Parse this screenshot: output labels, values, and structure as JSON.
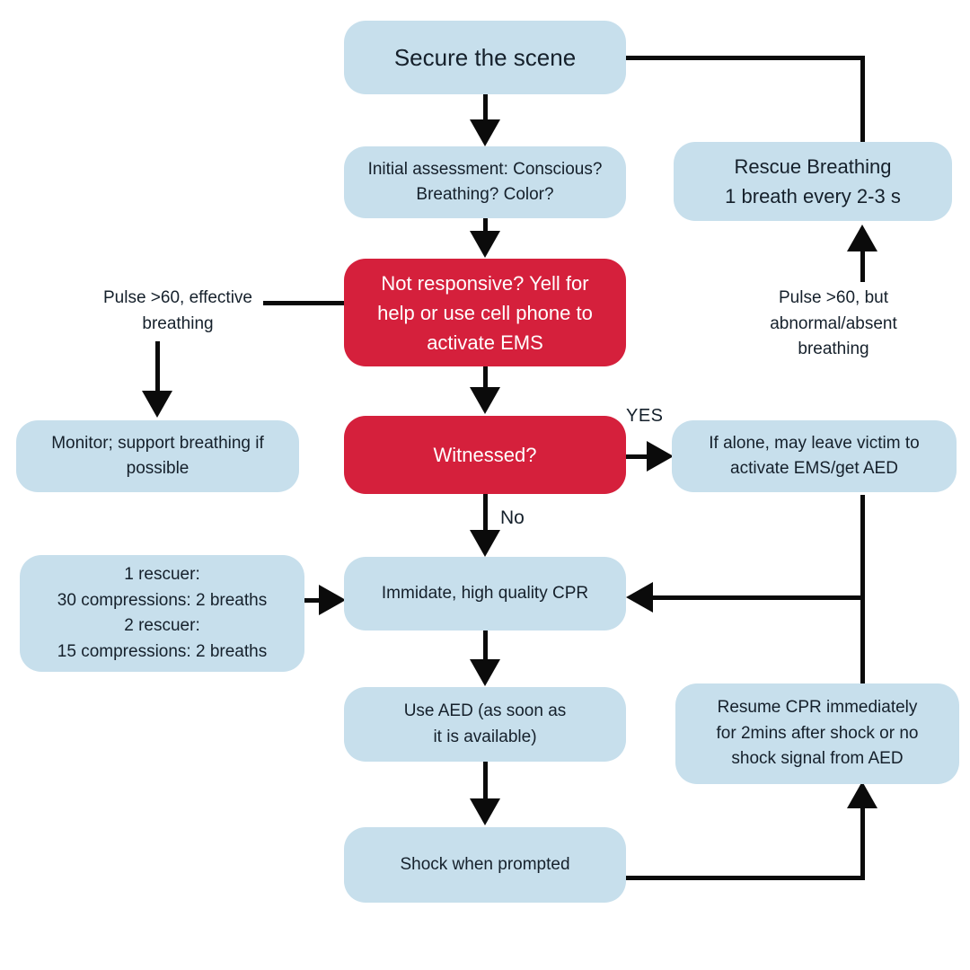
{
  "title": "CPR / AED response flowchart",
  "colors": {
    "box_blue": "#c7dfec",
    "box_red": "#d5203c",
    "line_black": "#0b0b0b",
    "text_dark": "#15202b",
    "text_light": "#ffffff"
  },
  "nodes": {
    "secure": {
      "lines": [
        "Secure the scene"
      ]
    },
    "initial": {
      "lines": [
        "Initial assessment: Conscious?",
        "Breathing? Color?"
      ]
    },
    "not_responsive": {
      "lines": [
        "Not responsive? Yell for",
        "help or use cell phone to",
        "activate EMS"
      ]
    },
    "rescue_breathing": {
      "lines": [
        "Rescue Breathing",
        "1 breath every 2-3 s"
      ]
    },
    "monitor": {
      "lines": [
        "Monitor; support breathing if",
        "possible"
      ]
    },
    "witnessed": {
      "lines": [
        "Witnessed?"
      ]
    },
    "if_alone": {
      "lines": [
        "If alone, may leave victim to",
        "activate EMS/get AED"
      ]
    },
    "rescuers": {
      "lines": [
        "1 rescuer:",
        "30 compressions: 2 breaths",
        "2 rescuer:",
        "15 compressions: 2 breaths"
      ]
    },
    "cpr": {
      "lines": [
        "Immidate, high quality CPR"
      ]
    },
    "use_aed": {
      "lines": [
        "Use AED (as soon as",
        "it is available)"
      ]
    },
    "shock": {
      "lines": [
        "Shock when prompted"
      ]
    },
    "resume_cpr": {
      "lines": [
        "Resume CPR immediately",
        "for 2mins after shock or no",
        "shock signal from AED"
      ]
    }
  },
  "annotations": {
    "pulse_effective": {
      "lines": [
        "Pulse >60, effective",
        "breathing"
      ]
    },
    "pulse_abnormal": {
      "lines": [
        "Pulse >60, but",
        "abnormal/absent",
        "breathing"
      ]
    },
    "yes": "YES",
    "no": "No"
  }
}
